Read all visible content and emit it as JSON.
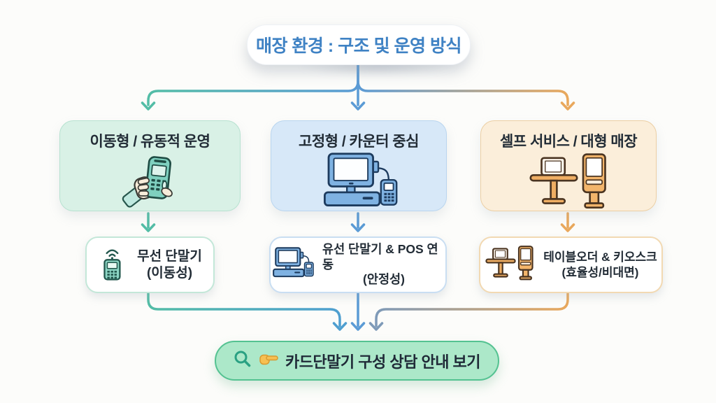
{
  "title": {
    "label": "매장 환경 : 구조 및 운영 방식"
  },
  "branches": [
    {
      "id": "mobile",
      "label": "이동형 / 유동적 운영",
      "icon": "hand-terminal-icon",
      "result_line1": "무선 단말기",
      "result_line2": "(이동성)",
      "result_icon": "wireless-terminal-icon",
      "accent": "#53bda6"
    },
    {
      "id": "fixed",
      "label": "고정형 / 카운터 중심",
      "icon": "pos-terminal-icon",
      "result_line1": "유선 단말기 & POS 연동",
      "result_line2": "(안정성)",
      "result_icon": "pos-terminal-small-icon",
      "accent": "#5b9bd5"
    },
    {
      "id": "self",
      "label": "셀프 서비스 / 대형 매장",
      "icon": "table-kiosk-icon",
      "result_line1": "테이블오더 & 키오스크",
      "result_line2": "(효율성/비대면)",
      "result_icon": "table-kiosk-small-icon",
      "accent": "#e9a85c"
    }
  ],
  "cta": {
    "label": "카드단말기 구성 상담 안내 보기",
    "icons": [
      "search-icon",
      "pointing-right-icon"
    ]
  },
  "colors": {
    "teal": "#53bda6",
    "blue": "#5b9bd5",
    "orange": "#e9a85c",
    "title_text": "#3f82c4",
    "mobile_bg": "#d9f1e6",
    "fixed_bg": "#d7e8f8",
    "self_bg": "#fbeeda",
    "cta_bg": "#ace8c9",
    "cta_border": "#54c291"
  }
}
